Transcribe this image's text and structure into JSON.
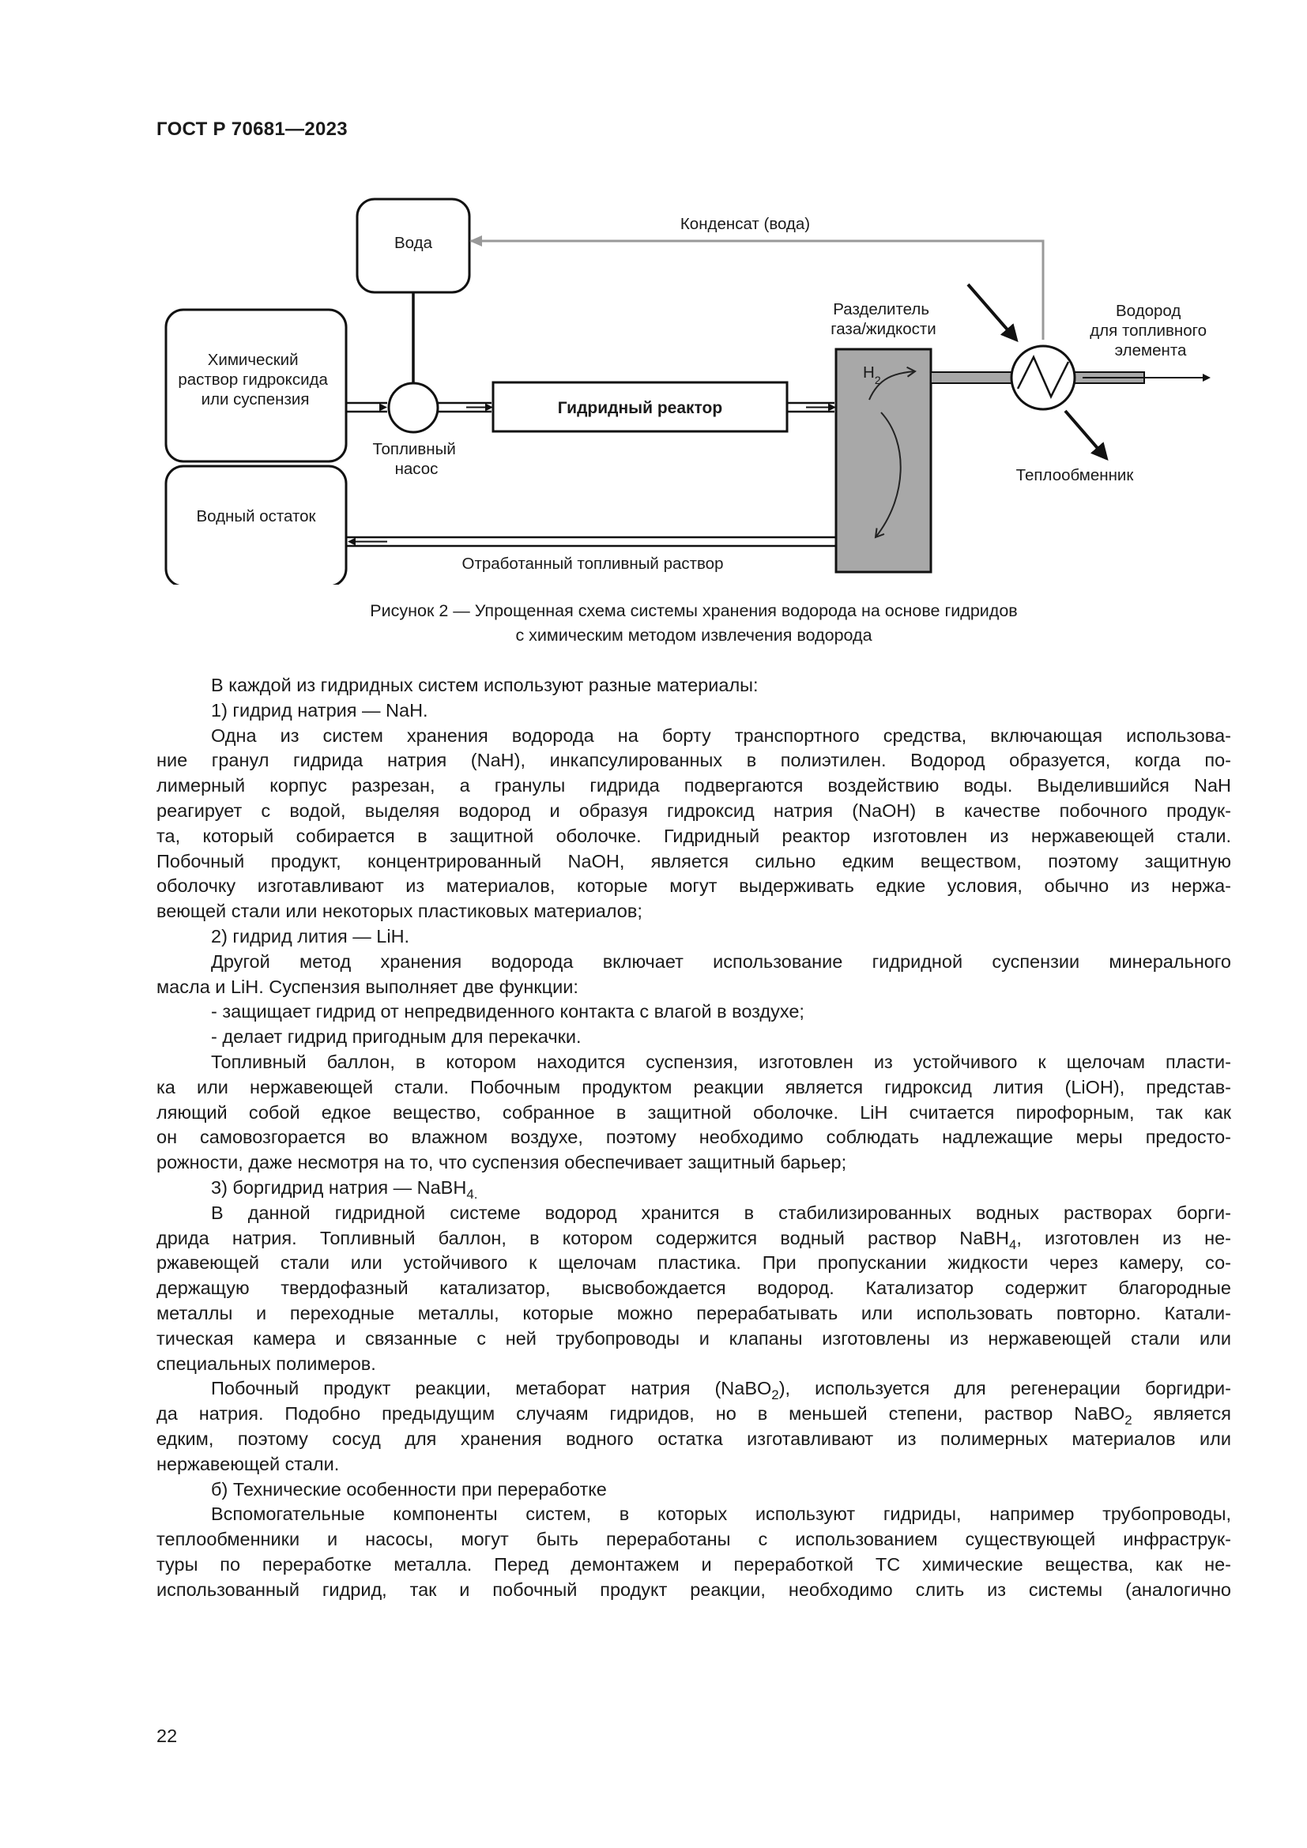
{
  "header": {
    "standard_id": "ГОСТ Р 70681—2023"
  },
  "diagram": {
    "water": "Вода",
    "condensate": "Конденсат (вода)",
    "chem_solution": [
      "Химический",
      "раствор гидроксида",
      "или суспензия"
    ],
    "fuel_pump": [
      "Топливный",
      "насос"
    ],
    "hydride_reactor": "Гидридный реактор",
    "separator": [
      "Разделитель",
      "газа/жидкости"
    ],
    "h2": "H",
    "h2_sub": "2",
    "hydrogen_out": [
      "Водород",
      "для топливного",
      "элемента"
    ],
    "heat_exchanger": "Теплообменник",
    "water_residue": "Водный остаток",
    "spent_solution": "Отработанный топливный раствор"
  },
  "caption": {
    "line1": "Рисунок 2 — Упрощенная схема системы хранения водорода на основе гидридов",
    "line2": "с химическим методом извлечения водорода"
  },
  "body": {
    "l01": "В каждой из гидридных систем используют разные материалы:",
    "l02": "1)  гидрид натрия — NaH.",
    "l03": "Одна из систем хранения водорода на борту транспортного средства, включающая использова-",
    "l04": "ние гранул гидрида натрия (NaH), инкапсулированных в полиэтилен. Водород образуется, когда по-",
    "l05": "лимерный корпус разрезан, а гранулы гидрида подвергаются воздействию воды. Выделившийся NaH",
    "l06": "реагирует с водой, выделяя водород и образуя гидроксид натрия (NaOH) в качестве побочного продук-",
    "l07": "та, который собирается в защитной оболочке. Гидридный реактор изготовлен из нержавеющей стали.",
    "l08": "Побочный продукт, концентрированный NaOH, является сильно едким веществом, поэтому защитную",
    "l09": "оболочку изготавливают из материалов, которые могут выдерживать едкие условия, обычно из нержа-",
    "l10": "веющей стали или некоторых пластиковых материалов;",
    "l11": "2)  гидрид лития — LiH.",
    "l12": "Другой метод хранения водорода включает использование гидридной суспензии минерального",
    "l13": "масла и LiH. Суспензия выполняет две функции:",
    "l14": "-  защищает гидрид от непредвиденного контакта с влагой в воздухе;",
    "l15": "-  делает гидрид пригодным для перекачки.",
    "l16": "Топливный баллон, в котором находится суспензия, изготовлен из устойчивого к щелочам пласти-",
    "l17": "ка или нержавеющей стали. Побочным продуктом реакции является гидроксид лития (LiOH), представ-",
    "l18": "ляющий собой едкое вещество, собранное в защитной оболочке. LiH считается пирофорным, так как",
    "l19": "он самовозгорается во влажном воздухе, поэтому необходимо соблюдать надлежащие меры предосто-",
    "l20": "рожности, даже несмотря на то, что суспензия обеспечивает защитный барьер;",
    "l21a": "3)  боргидрид натрия — NaBH",
    "l21s": "4.",
    "l22": "В данной гидридной системе водород хранится в стабилизированных водных растворах борги-",
    "l23a": "дрида натрия. Топливный баллон, в котором содержится водный раствор NaBH",
    "l23s": "4",
    "l23b": ", изготовлен из не-",
    "l24": "ржавеющей стали или устойчивого к щелочам пластика. При пропускании жидкости через камеру, со-",
    "l25": "держащую твердофазный катализатор, высвобождается водород. Катализатор содержит благородные",
    "l26": "металлы и переходные металлы, которые можно перерабатывать или использовать повторно. Катали-",
    "l27": "тическая камера и связанные с ней трубопроводы и клапаны изготовлены из нержавеющей стали или",
    "l28": "специальных полимеров.",
    "l29a": "Побочный продукт реакции, метаборат натрия (NaBO",
    "l29s": "2",
    "l29b": "), используется для регенерации боргидри-",
    "l30a": "да натрия. Подобно предыдущим случаям гидридов, но в меньшей степени, раствор NaBO",
    "l30s": "2",
    "l30b": " является",
    "l31": "едким, поэтому сосуд для хранения водного остатка изготавливают из полимерных материалов или",
    "l32": "нержавеющей стали.",
    "l33": "б)  Технические особенности при переработке",
    "l34": "Вспомогательные компоненты систем, в которых используют гидриды, например трубопроводы,",
    "l35": "теплообменники и насосы, могут быть переработаны с использованием существующей инфраструк-",
    "l36": "туры по переработке металла. Перед демонтажем и переработкой ТС химические вещества, как не-",
    "l37": "использованный гидрид, так и побочный продукт реакции, необходимо слить из системы (аналогично"
  },
  "page_number": "22"
}
